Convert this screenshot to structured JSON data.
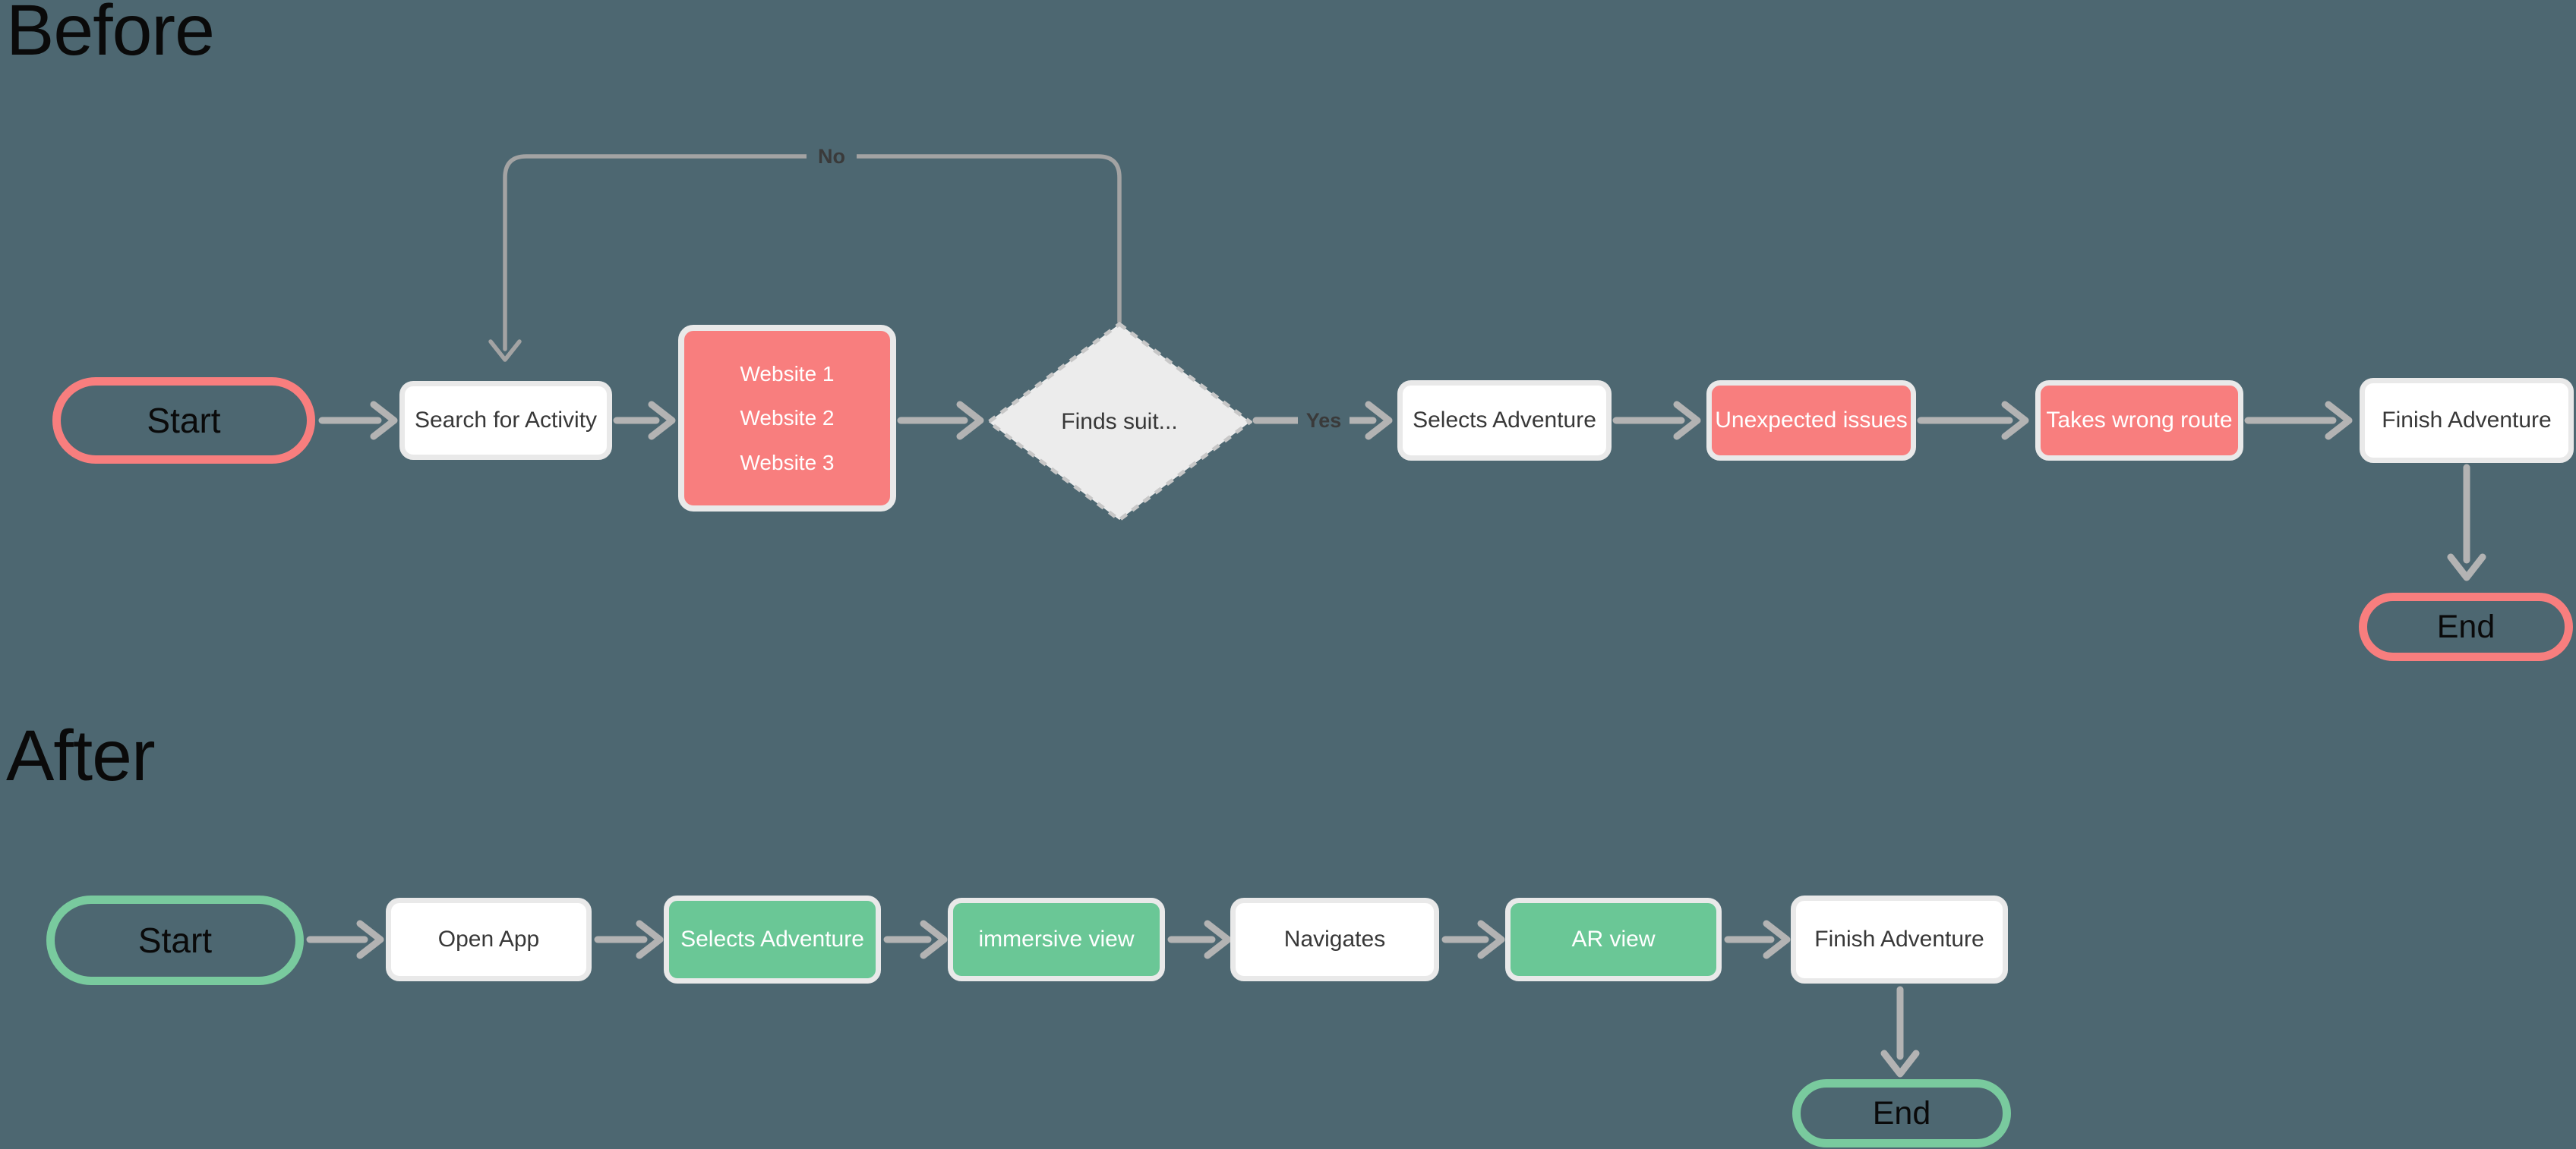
{
  "colors": {
    "background": "#4d6771",
    "red": "#f87e7e",
    "green": "#6ac796",
    "green_border": "#79ca9e",
    "box_border": "#e9e9e9",
    "diamond_fill": "#ececec",
    "diamond_border": "#c7c7c7",
    "arrow": "#b3b3b3",
    "loop": "#a3a3a3",
    "text_dark": "#383838",
    "text_black": "#0a0a0a",
    "text_light": "#ffffff"
  },
  "before": {
    "title": "Before",
    "start_label": "Start",
    "search_label": "Search for Activity",
    "website_options": [
      "Website 1",
      "Website 2",
      "Website 3"
    ],
    "decision_label": "Finds suit...",
    "no_label": "No",
    "yes_label": "Yes",
    "selects_label": "Selects Adventure",
    "unexpected_label": "Unexpected issues",
    "wrong_route_label": "Takes wrong route",
    "finish_label": "Finish Adventure",
    "end_label": "End"
  },
  "after": {
    "title": "After",
    "start_label": "Start",
    "open_app_label": "Open App",
    "selects_label": "Selects Adventure",
    "immersive_label": "immersive view",
    "navigates_label": "Navigates",
    "ar_view_label": "AR view",
    "finish_label": "Finish Adventure",
    "end_label": "End"
  }
}
